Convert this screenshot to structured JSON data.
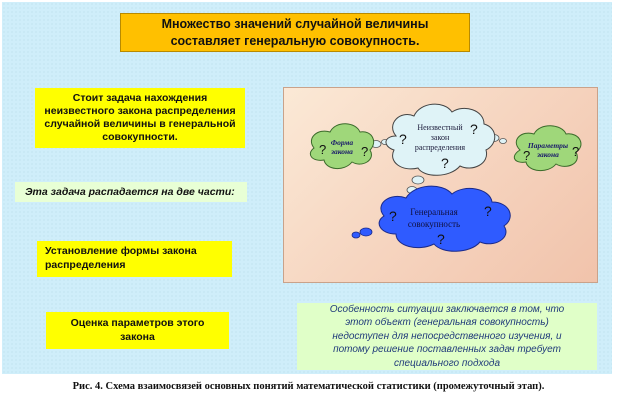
{
  "title_box": {
    "text": "Множество значений случайной величины\nсоставляет генеральную совокупность."
  },
  "task_box": {
    "text": "Стоит задача нахождения\nнеизвестного закона распределения\nслучайной величины в генеральной\nсовокупности."
  },
  "split_box": {
    "text": "Эта задача распадается на две части:"
  },
  "form_box": {
    "text": "Установление формы закона\nраспределения"
  },
  "param_box": {
    "text": "Оценка параметров этого\nзакона"
  },
  "diagram": {
    "unknown_law": [
      "Неизвестный",
      "закон",
      "распределения"
    ],
    "general_population": [
      "Генеральная",
      "совокупность"
    ],
    "law_form": [
      "Форма",
      "закона"
    ],
    "law_params": [
      "Параметры",
      "закона"
    ],
    "question_mark": "?"
  },
  "note_box": {
    "text": "Особенность ситуации заключается в том, что\nэтот объект (генеральная совокупность)\nнедоступен для непосредственного изучения, и\nпотому решение поставленных задач требует\nспециального подхода"
  },
  "caption": {
    "text": "Рис. 4. Схема взаимосвязей основных понятий математической статистики (промежуточный этап)."
  },
  "colors": {
    "background": "#cfeefa",
    "title": "#ffc000",
    "yellow": "#ffff00",
    "green_cloud": "#9fd77a",
    "blue_cloud": "#2f5bff",
    "pale_cloud": "#dff3f7"
  }
}
